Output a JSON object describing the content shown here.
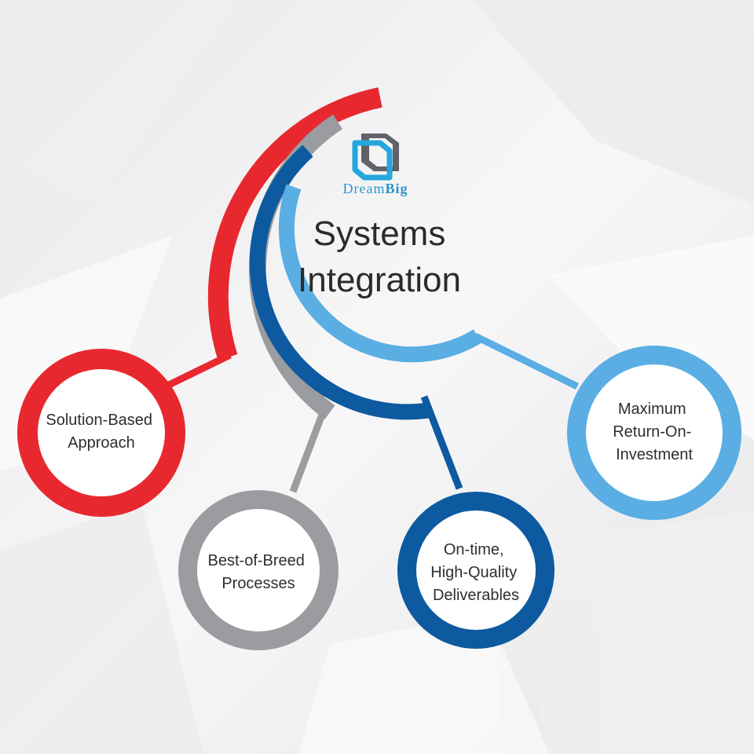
{
  "title": {
    "line1": "Systems",
    "line2": "Integration"
  },
  "brand": {
    "name_first": "Dream",
    "name_second": "Big",
    "icon": "dreambig-cube-logo"
  },
  "colors": {
    "red": "#e8282f",
    "gray": "#9a9c9f",
    "dark_blue": "#0d5aa0",
    "light_blue": "#5aaee3"
  },
  "nodes": [
    {
      "id": "solution",
      "lines": [
        "Solution-Based",
        "Approach"
      ]
    },
    {
      "id": "breed",
      "lines": [
        "Best-of-Breed",
        "Processes"
      ]
    },
    {
      "id": "ontime",
      "lines": [
        "On-time,",
        "High-Quality",
        "Deliverables"
      ]
    },
    {
      "id": "roi",
      "lines": [
        "Maximum",
        "Return-On-",
        "Investment"
      ]
    }
  ]
}
